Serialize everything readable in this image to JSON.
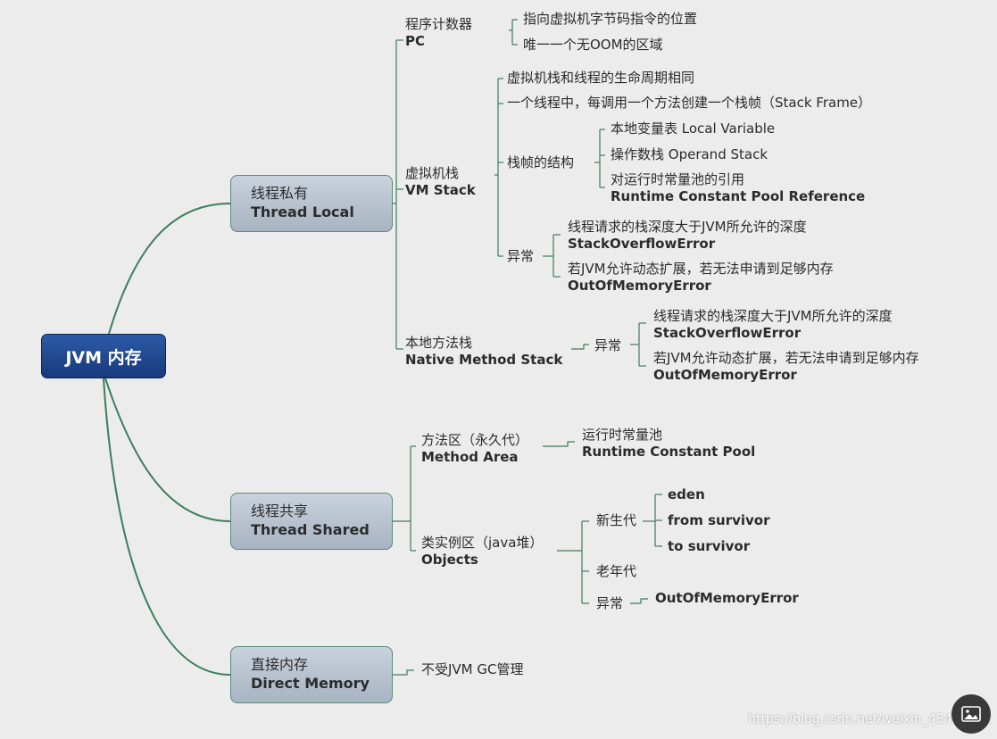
{
  "root": {
    "label": "JVM 内存"
  },
  "thread_local": {
    "zh": "线程私有",
    "en": "Thread Local",
    "pc": {
      "zh": "程序计数器",
      "en": "PC",
      "items": [
        "指向虚拟机字节码指令的位置",
        "唯一一个无OOM的区域"
      ]
    },
    "vm_stack": {
      "zh": "虚拟机栈",
      "en": "VM Stack",
      "item1": "虚拟机栈和线程的生命周期相同",
      "item2": "一个线程中，每调用一个方法创建一个栈帧（Stack Frame）",
      "frame": {
        "label": "栈帧的结构",
        "local_var": "本地变量表 Local Variable",
        "operand": "操作数栈 Operand Stack",
        "rcp_zh": "对运行时常量池的引用",
        "rcp_en": "Runtime Constant Pool Reference"
      },
      "exception": {
        "label": "异常",
        "so_desc": "线程请求的栈深度大于JVM所允许的深度",
        "so_name": "StackOverflowError",
        "oom_desc": "若JVM允许动态扩展，若无法申请到足够内存",
        "oom_name": "OutOfMemoryError"
      }
    },
    "native_stack": {
      "zh": "本地方法栈",
      "en": "Native Method Stack",
      "exception": {
        "label": "异常",
        "so_desc": "线程请求的栈深度大于JVM所允许的深度",
        "so_name": "StackOverflowError",
        "oom_desc": "若JVM允许动态扩展，若无法申请到足够内存",
        "oom_name": "OutOfMemoryError"
      }
    }
  },
  "thread_shared": {
    "zh": "线程共享",
    "en": "Thread Shared",
    "method_area": {
      "zh": "方法区（永久代）",
      "en": "Method Area",
      "rcp_zh": "运行时常量池",
      "rcp_en": "Runtime Constant Pool"
    },
    "objects": {
      "zh": "类实例区（java堆）",
      "en": "Objects",
      "young": {
        "label": "新生代",
        "items": [
          "eden",
          "from survivor",
          "to survivor"
        ]
      },
      "old": "老年代",
      "exception": {
        "label": "异常",
        "oom": "OutOfMemoryError"
      }
    }
  },
  "direct_memory": {
    "zh": "直接内存",
    "en": "Direct Memory",
    "note": "不受JVM GC管理"
  },
  "watermark": "https://blog.csdn.net/weixin_45449911",
  "colors": {
    "line": "#3c7d5c",
    "root_fill": "#1e4a93",
    "box_fill": "#b8c3cf"
  }
}
